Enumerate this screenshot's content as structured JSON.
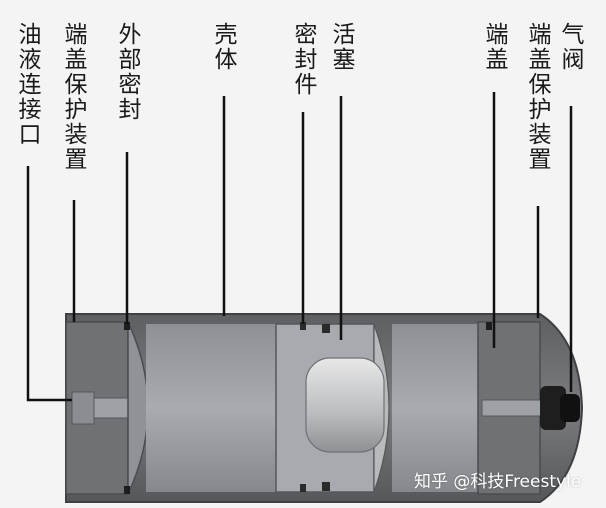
{
  "labels": {
    "oil_port": "油液连接口",
    "end_cap_guard_left": "端盖保护装置",
    "external_seal": "外部密封",
    "housing": "壳体",
    "piston_seal": "密封件",
    "piston": "活塞",
    "end_cap": "端盖",
    "end_cap_guard_right": "端盖保护装置",
    "gas_valve": "气阀"
  },
  "watermark": "知乎 @科技Freestyle",
  "colors": {
    "background": "#f4f4f4",
    "shell": "#6b6d70",
    "chamber": "#9a9da1",
    "piston": "#b3b5b8",
    "leader": "#111111"
  }
}
